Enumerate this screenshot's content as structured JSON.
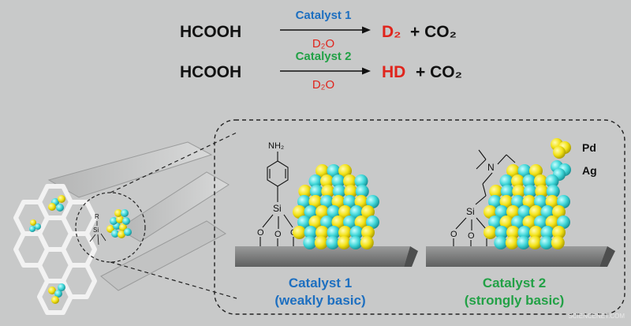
{
  "reactions": [
    {
      "reactant": "HCOOH",
      "catalyst": "Catalyst 1",
      "solvent": "D₂O",
      "product": "D₂",
      "plus": "+ CO₂"
    },
    {
      "reactant": "HCOOH",
      "catalyst": "Catalyst 2",
      "solvent": "D₂O",
      "product": "HD",
      "plus": "+ CO₂"
    }
  ],
  "legend": {
    "pd": "Pd",
    "ag": "Ag"
  },
  "catalysts": [
    {
      "name": "Catalyst 1",
      "desc": "(weakly basic)",
      "group": "NH₂"
    },
    {
      "name": "Catalyst 2",
      "desc": "(strongly basic)",
      "group": "N"
    }
  ],
  "labels": {
    "si": "Si",
    "o": "O",
    "r": "R"
  },
  "watermark": "SCIENCENET.COM",
  "colors": {
    "catalyst1": "#1d6fc0",
    "catalyst2": "#22a146",
    "red": "#e0241c",
    "pd": "#f3e216",
    "ag": "#3fd6d8"
  }
}
